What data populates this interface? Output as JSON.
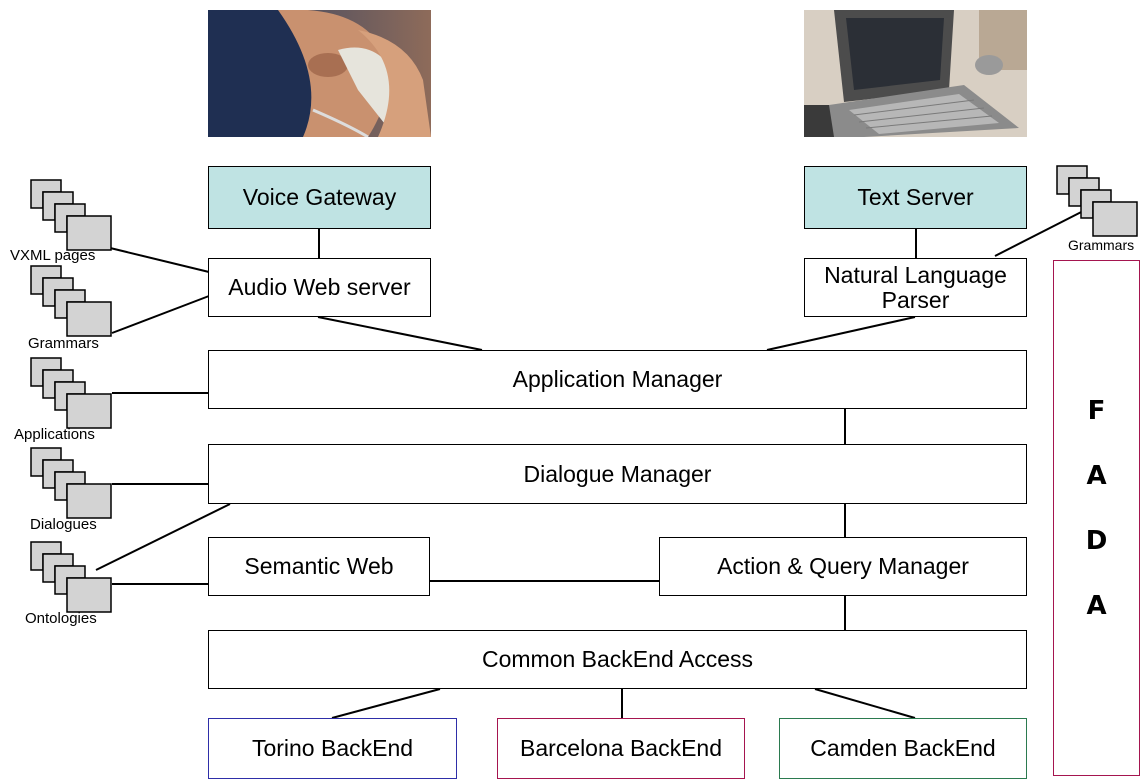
{
  "boxes": {
    "voice_gateway": "Voice Gateway",
    "text_server": "Text Server",
    "audio_web_server": "Audio Web server",
    "nl_parser": "Natural Language Parser",
    "application_manager": "Application Manager",
    "dialogue_manager": "Dialogue Manager",
    "semantic_web": "Semantic Web",
    "action_query_manager": "Action & Query Manager",
    "common_backend": "Common BackEnd Access",
    "torino": "Torino BackEnd",
    "barcelona": "Barcelona BackEnd",
    "camden": "Camden BackEnd"
  },
  "resources": {
    "vxml": "VXML pages",
    "grammars_left": "Grammars",
    "applications": "Applications",
    "dialogues": "Dialogues",
    "ontologies": "Ontologies",
    "grammars_right": "Grammars"
  },
  "fada": [
    "F",
    "A",
    "D",
    "A"
  ],
  "colors": {
    "gateway_fill": "#bfe3e3",
    "torino_border": "#2e2ea8",
    "barcelona_border": "#a5154f",
    "camden_border": "#2b7a4f",
    "fada_border": "#a5154f"
  },
  "icons": {
    "voice_photo": "person-on-phone-photo",
    "text_photo": "laptop-photo",
    "document_stack": "document-stack-icon"
  }
}
